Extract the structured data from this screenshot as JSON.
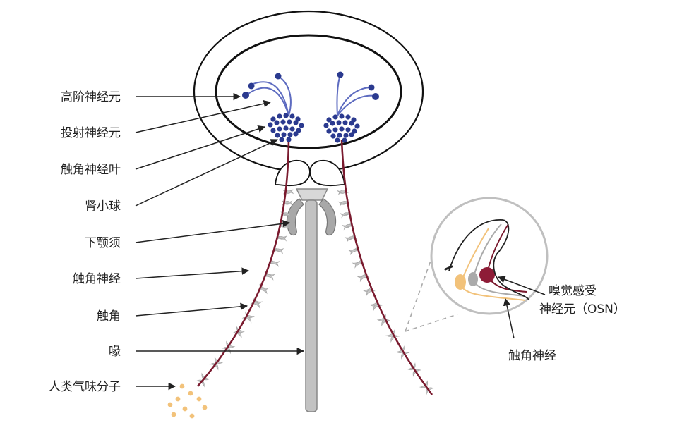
{
  "labels": {
    "higher_neuron": "高阶神经元",
    "projection_neuron": "投射神经元",
    "antennal_lobe": "触角神经叶",
    "glomerulus": "肾小球",
    "mandible": "下颚须",
    "antennal_nerve": "触角神经",
    "antenna": "触角",
    "proboscis": "喙",
    "odor_molecules": "人类气味分子",
    "osn_line1": "嗅觉感受",
    "osn_line2": "神经元（OSN）",
    "inset_antennal_nerve": "触角神经"
  },
  "colors": {
    "outline": "#111111",
    "neuron_blue": "#2b3a8f",
    "neuron_blue_light": "#5d6bc0",
    "nerve_red": "#7a1a2e",
    "segment_gray": "#c8c8c8",
    "stalk_gray": "#b8b8b8",
    "odor_yellow": "#f2c27a",
    "inset_ring": "#bfbfbf",
    "dash": "#aaaaaa",
    "arrow": "#222222"
  }
}
